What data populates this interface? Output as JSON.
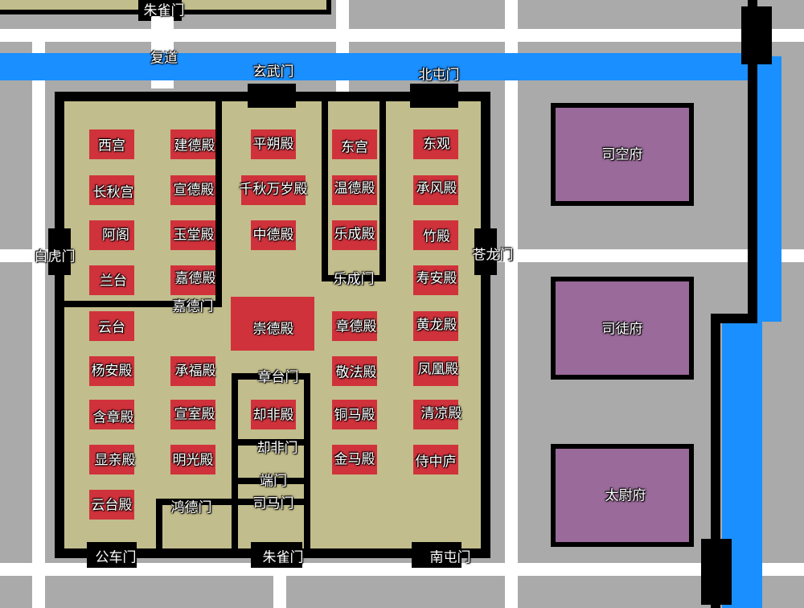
{
  "north_outer": {
    "gate": "朱雀门",
    "road": "复道"
  },
  "north_gates": {
    "xuanwu": "玄武门",
    "beitun": "北屯门"
  },
  "side_gates": {
    "baihu": "白虎门",
    "canglong": "苍龙门"
  },
  "south_gates": {
    "gongche": "公车门",
    "zhuque": "朱雀门",
    "nantun": "南屯门"
  },
  "inner_gates": {
    "jiade": "嘉德门",
    "lecheng": "乐成门",
    "zhangtai": "章台门",
    "quefei": "却非门",
    "duan": "端门",
    "sima": "司马门",
    "hongde": "鸿德门"
  },
  "halls": {
    "xigong": "西宫",
    "jiandedian": "建德殿",
    "pingshuodian": "平朔殿",
    "donggong": "东宫",
    "dongguan": "东观",
    "changqiugong": "长秋宫",
    "xuandedian": "宣德殿",
    "qianqiuwansuidian": "千秋万岁殿",
    "wendedian": "温德殿",
    "chengfengdian": "承风殿",
    "ege": "阿阁",
    "yutangdian": "玉堂殿",
    "zhongdedian": "中德殿",
    "lechengdian": "乐成殿",
    "zhudian": "竹殿",
    "lantai": "兰台",
    "jiadedian": "嘉德殿",
    "shouandian": "寿安殿",
    "yuntai": "云台",
    "chongdedian": "崇德殿",
    "zhangdedian": "章德殿",
    "huanglongdian": "黄龙殿",
    "yangandian": "杨安殿",
    "chengfudian": "承福殿",
    "jingfadian": "敬法殿",
    "fenghuangdian": "凤凰殿",
    "hanzhangdian": "含章殿",
    "xuanshidian": "宣室殿",
    "quefeidian": "却非殿",
    "tongmadian": "铜马殿",
    "qingliangdian": "清凉殿",
    "xianqindian": "显亲殿",
    "mingguangdian": "明光殿",
    "jinmadian": "金马殿",
    "shizhonglu": "侍中庐",
    "yuntaidian": "云台殿"
  },
  "offices": {
    "sikong": "司空府",
    "situ": "司徒府",
    "taiwei": "太尉府"
  },
  "colors": {
    "ground": "#aaaaaa",
    "road": "#ffffff",
    "water": "#1a8fff",
    "yard": "#c2bd8c",
    "hall": "#d0323c",
    "office": "#9a6a9a",
    "wall": "#000000"
  }
}
